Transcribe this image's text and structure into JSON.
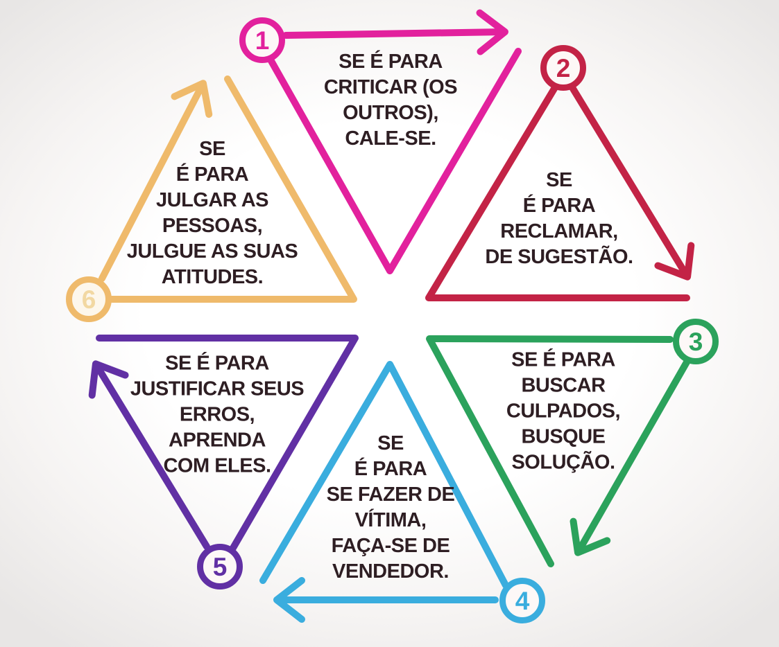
{
  "colors": {
    "c1": "#e2219d",
    "c2": "#c32346",
    "c3": "#2ba25c",
    "c4": "#3aadde",
    "c5": "#6130a4",
    "c6": "#efba6b",
    "text": "#2e1e23",
    "number_6_digit": "#f2d8a2",
    "circle_fill": "#fdf8f7",
    "background_outer": "#e8e6e5",
    "background_inner": "#ffffff"
  },
  "items": [
    {
      "number": "1",
      "label": "SE É PARA\nCRITICAR (OS\nOUTROS),\nCALE-SE."
    },
    {
      "number": "2",
      "label": "SE\nÉ PARA\nRECLAMAR,\nDE SUGESTÃO."
    },
    {
      "number": "3",
      "label": "SE É PARA\nBUSCAR\nCULPADOS,\nBUSQUE\nSOLUÇÃO."
    },
    {
      "number": "4",
      "label": "SE\nÉ PARA\nSE FAZER DE\nVÍTIMA,\nFAÇA-SE DE\nVENDEDOR."
    },
    {
      "number": "5",
      "label": "SE É PARA\nJUSTIFICAR SEUS\nERROS,\nAPRENDA\nCOM ELES."
    },
    {
      "number": "6",
      "label": "SE\nÉ PARA\nJULGAR AS\nPESSOAS,\nJULGUE AS SUAS\nATITUDES."
    }
  ]
}
